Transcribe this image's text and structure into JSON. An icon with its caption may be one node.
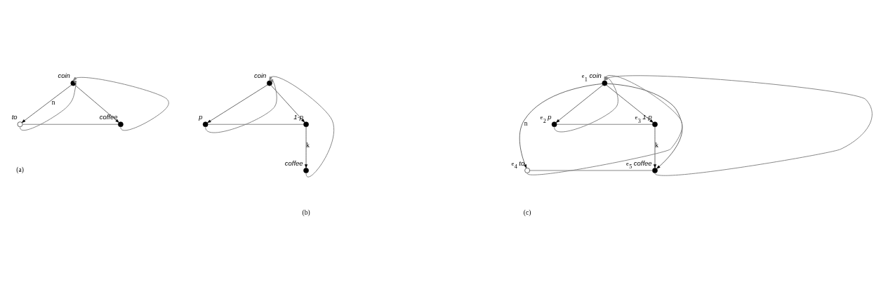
{
  "diagram": {
    "nodes": [
      {
        "text": [],
        "shape": "circle",
        "beside": [
          "coin"
        ]
      },
      {
        "text": [],
        "shape": "circle",
        "beside": [
          "to"
        ]
      },
      {
        "text": [],
        "shape": "circle",
        "beside": [
          "coffee"
        ]
      },
      {
        "text": [],
        "shape": "circle",
        "beside": [
          "coin"
        ]
      },
      {
        "text": [],
        "shape": "circle",
        "beside": [
          "p"
        ]
      },
      {
        "text": [],
        "shape": "circle",
        "beside": [
          "1-p"
        ]
      },
      {
        "text": [],
        "shape": "circle",
        "beside": [
          "coffee"
        ]
      },
      {
        "text": [],
        "shape": "circle",
        "beside": [
          "e$_{1}$",
          "coin"
        ]
      },
      {
        "text": [],
        "shape": "circle",
        "beside": [
          "e$_{2}$",
          "p"
        ]
      },
      {
        "text": [],
        "shape": "circle",
        "beside": [
          "e$_{3}$",
          "1-p"
        ]
      },
      {
        "text": [],
        "shape": "circle",
        "beside": [
          "e$_{4}$",
          "to"
        ]
      },
      {
        "text": [],
        "shape": "circle",
        "beside": [
          "e$_{5}$",
          "coffee"
        ]
      }
    ],
    "edges": [
      {
        "from": 0,
        "to": 1,
        "arrow": "to",
        "label": "n",
        "color": "#000000"
      },
      {
        "from": 0,
        "to": 2,
        "arrow": "to",
        "color": "#000000"
      },
      {
        "from": 1,
        "to": 2,
        "arrow": "none"
      },
      {
        "from": 1,
        "to": 0,
        "arrow": "to"
      },
      {
        "from": 2,
        "to": 0,
        "arrow": "to"
      },
      {
        "from": 3,
        "to": 4,
        "arrow": "to",
        "color": "#000000"
      },
      {
        "from": 3,
        "to": 5,
        "arrow": "to",
        "color": "#000000"
      },
      {
        "from": 4,
        "to": 5,
        "arrow": "none"
      },
      {
        "from": 5,
        "to": 6,
        "arrow": "to",
        "label": "k",
        "color": "#000000"
      },
      {
        "from": 4,
        "to": 3,
        "arrow": "to"
      },
      {
        "from": 6,
        "to": 3,
        "arrow": "to"
      },
      {
        "from": 7,
        "to": 8,
        "arrow": "to",
        "color": "#000000"
      },
      {
        "from": 7,
        "to": 9,
        "arrow": "to",
        "color": "#000000"
      },
      {
        "from": 7,
        "to": 10,
        "arrow": "to",
        "label": "n",
        "color": "#000000"
      },
      {
        "from": 7,
        "to": 11,
        "arrow": "to",
        "color": "#000000"
      },
      {
        "from": 9,
        "to": 11,
        "arrow": "to",
        "label": "k",
        "color": "#000000"
      },
      {
        "from": 8,
        "to": 9,
        "arrow": "none"
      },
      {
        "from": 10,
        "to": 11,
        "arrow": "none"
      },
      {
        "from": 10,
        "to": 7,
        "arrow": "to"
      },
      {
        "from": 8,
        "to": 7,
        "arrow": "to"
      },
      {
        "from": 11,
        "to": 7,
        "arrow": "to"
      }
    ],
    "labels": [
      "(a)",
      "(b)",
      "(c)"
    ]
  }
}
